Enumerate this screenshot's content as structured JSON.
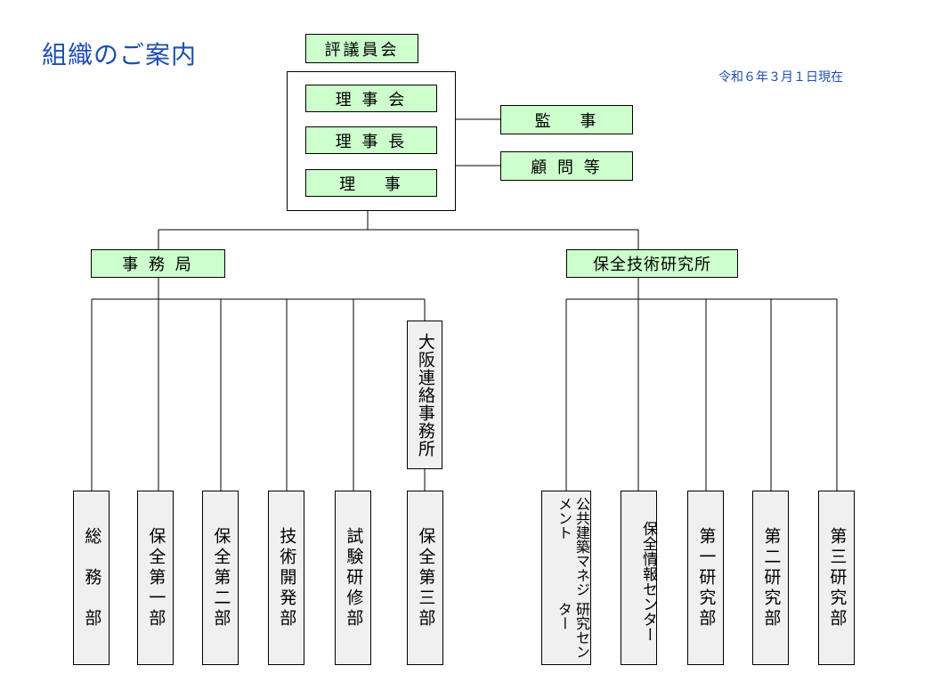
{
  "title": "組織のご案内",
  "date": "令和６年３月１日現在",
  "top": {
    "council": "評議員会",
    "board": "理 事 会",
    "chair": "理 事 長",
    "directors": "理　 事",
    "auditor": "監　 事",
    "advisors": "顧 問 等"
  },
  "secretariat": {
    "label": "事 務 局",
    "osaka": "大阪連絡事務所",
    "depts": [
      "総　務　部",
      "保全第一部",
      "保全第二部",
      "技術開発部",
      "試験研修部",
      "保全第三部"
    ]
  },
  "institute": {
    "label": "保全技術研究所",
    "centers": [
      {
        "lines": [
          "公共建築マネジメント",
          "研究センター"
        ]
      },
      {
        "lines": [
          "保全情報センター"
        ]
      },
      {
        "lines": [
          "第一研究部"
        ]
      },
      {
        "lines": [
          "第二研究部"
        ]
      },
      {
        "lines": [
          "第三研究部"
        ]
      }
    ]
  },
  "colors": {
    "title": "#1f4fae",
    "green_box": "#ccffcc",
    "grey_box": "#f0f0f0",
    "line": "#000000"
  }
}
